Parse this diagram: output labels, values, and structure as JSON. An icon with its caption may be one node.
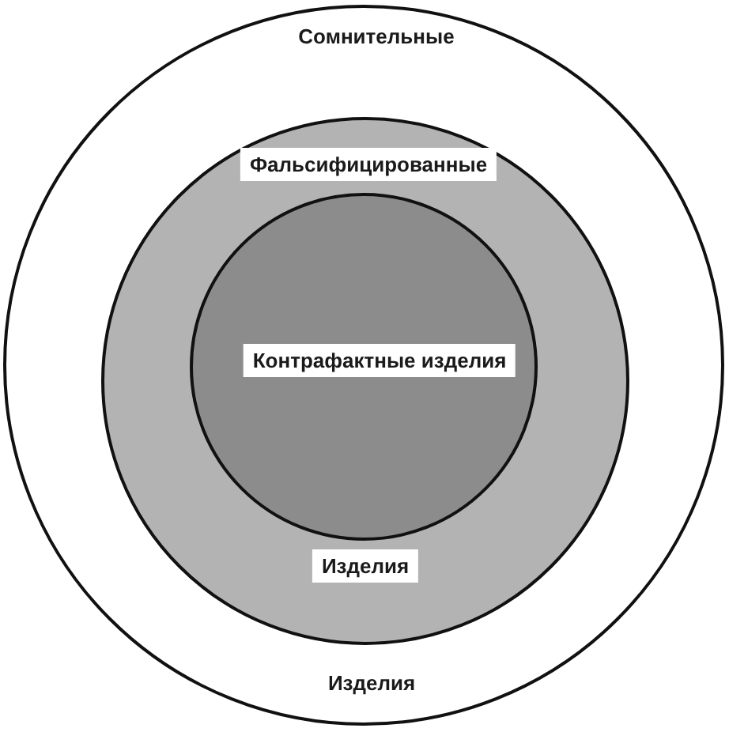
{
  "diagram": {
    "nodes": [
      {
        "text": [
          "Сомнительные",
          "Изделия"
        ]
      },
      {
        "text": [
          "Фальсифицированные",
          "Изделия"
        ],
        "in": 0
      },
      {
        "text": [
          "Контрафактные изделия"
        ],
        "in": 1
      }
    ]
  }
}
